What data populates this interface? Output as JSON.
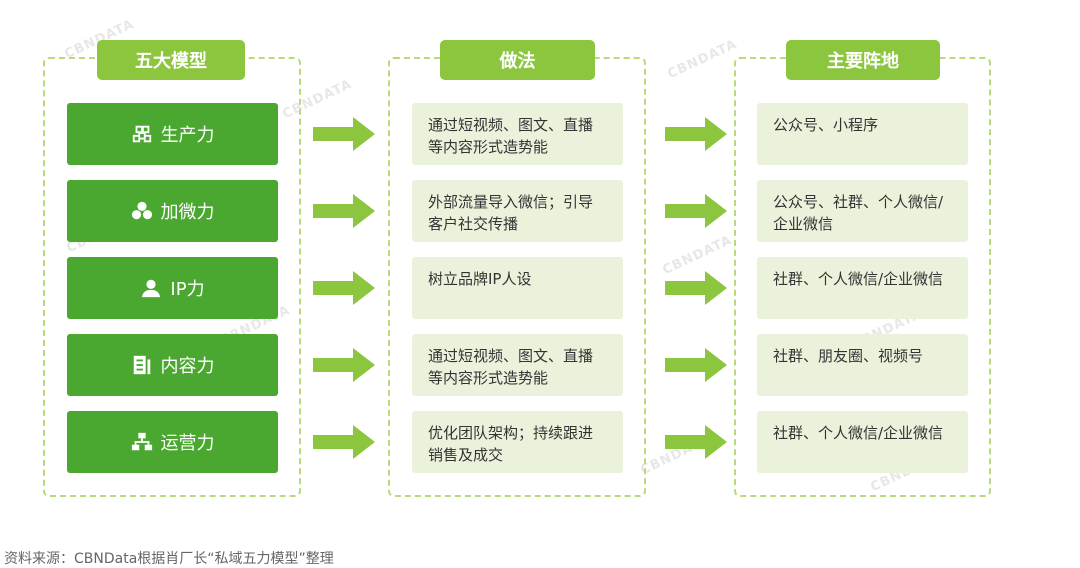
{
  "headers": {
    "models": "五大模型",
    "methods": "做法",
    "channels": "主要阵地"
  },
  "rows": [
    {
      "model": "生产力",
      "icon": "layers-icon",
      "method": "通过短视频、图文、直播等内容形式造势能",
      "channel": "公众号、小程序"
    },
    {
      "model": "加微力",
      "icon": "circles-icon",
      "method": "外部流量导入微信；引导客户社交传播",
      "channel": "公众号、社群、个人微信/企业微信"
    },
    {
      "model": "IP力",
      "icon": "person-icon",
      "method": "树立品牌IP人设",
      "channel": "社群、个人微信/企业微信"
    },
    {
      "model": "内容力",
      "icon": "document-icon",
      "method": "通过短视频、图文、直播等内容形式造势能",
      "channel": "社群、朋友圈、视频号"
    },
    {
      "model": "运营力",
      "icon": "org-chart-icon",
      "method": "优化团队架构；持续跟进销售及成交",
      "channel": "社群、个人微信/企业微信"
    }
  ],
  "source": "资料来源：CBNData根据肖厂长“私域五力模型”整理",
  "watermark": "CBNDATA",
  "colors": {
    "header": "#8cc63f",
    "model": "#4aa830",
    "box": "#ebf2dc",
    "arrow": "#8cc63f",
    "border": "#b9da7a"
  }
}
